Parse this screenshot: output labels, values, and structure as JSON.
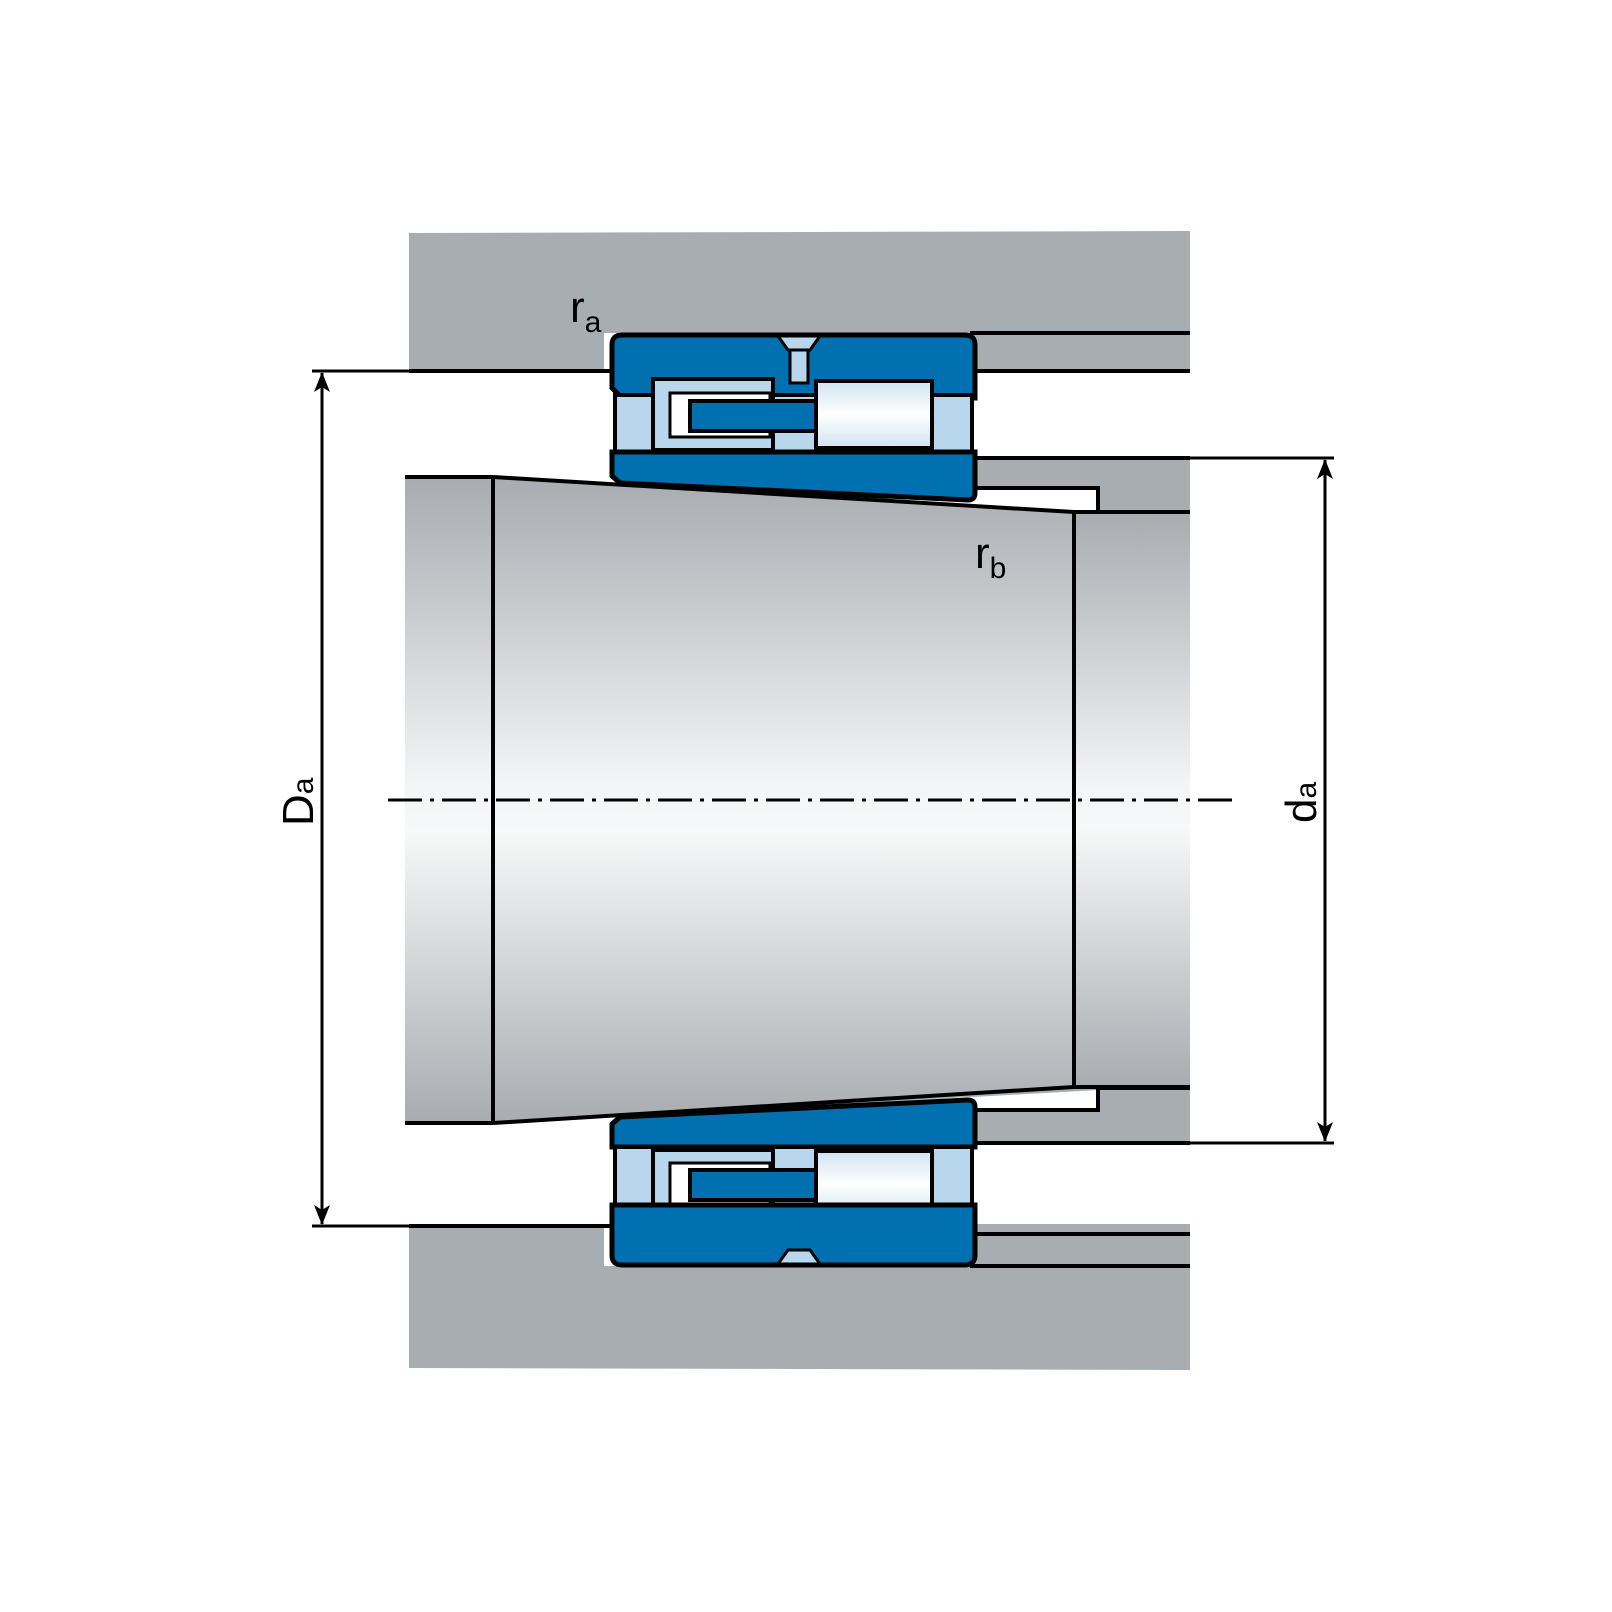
{
  "labels": {
    "ra": {
      "main": "r",
      "sub": "a"
    },
    "rb": {
      "main": "r",
      "sub": "b"
    },
    "Da": {
      "main": "D",
      "sub": "a"
    },
    "da": {
      "main": "d",
      "sub": "a"
    }
  },
  "colors": {
    "housing": "#a7adb1",
    "bearing_blue": "#0070b0",
    "bearing_light": "#b8d7ec",
    "roller_light": "#eef4f8",
    "shaft_dark": "#a8acb0",
    "shaft_light": "#f4f5f6",
    "outline": "#000000"
  }
}
